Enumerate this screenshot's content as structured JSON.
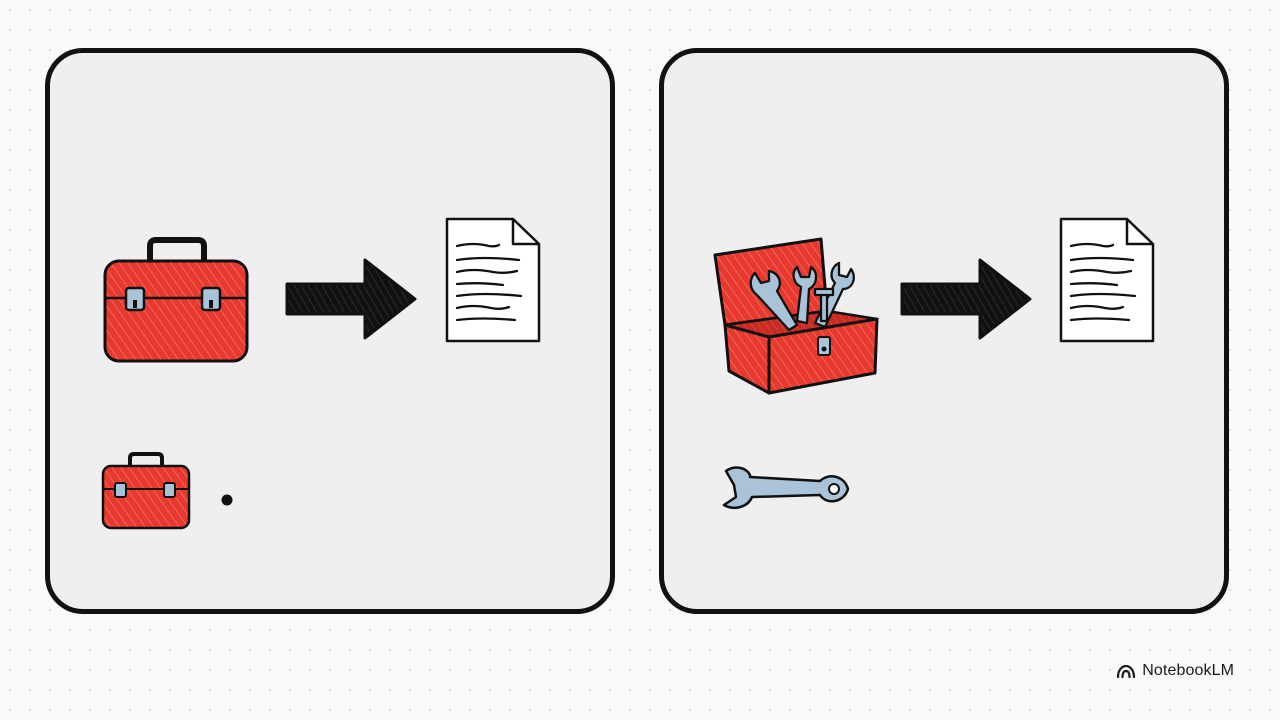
{
  "brand": {
    "name": "NotebookLM",
    "icon": "notebooklm-logo-icon"
  },
  "colors": {
    "toolbox_red": "#e8392f",
    "outline": "#111111",
    "wrench_blue": "#a9c4d8",
    "panel_bg": "#efefef"
  },
  "panels": [
    {
      "id": "left",
      "icons": [
        "closed-toolbox-icon",
        "arrow-right-icon",
        "document-icon",
        "small-toolbox-icon",
        "bullet-dot-icon"
      ]
    },
    {
      "id": "right",
      "icons": [
        "open-toolbox-with-wrenches-icon",
        "arrow-right-icon",
        "document-icon",
        "wrench-icon"
      ]
    }
  ]
}
